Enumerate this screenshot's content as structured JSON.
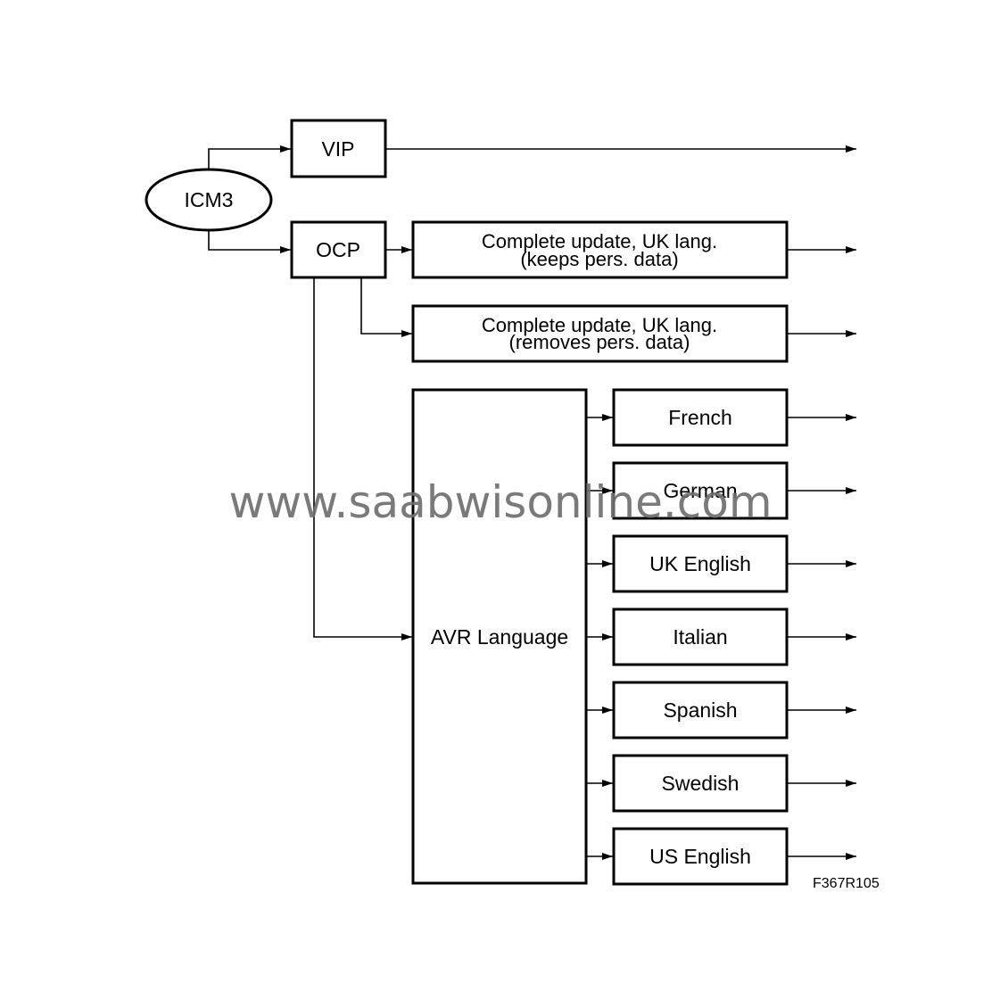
{
  "nodes": {
    "icm3": "ICM3",
    "vip": "VIP",
    "ocp": "OCP",
    "update_keep": {
      "line1": "Complete update, UK lang.",
      "line2": "(keeps pers. data)"
    },
    "update_remove": {
      "line1": "Complete update, UK lang.",
      "line2": "(removes pers. data)"
    },
    "avr_language": "AVR Language",
    "languages": [
      "French",
      "German",
      "UK English",
      "Italian",
      "Spanish",
      "Swedish",
      "US English"
    ]
  },
  "figure_code": "F367R105",
  "watermark": "www.saabwisonline.com",
  "colors": {
    "stroke": "#000000",
    "background": "#ffffff",
    "watermark": "#6f6f6f"
  }
}
